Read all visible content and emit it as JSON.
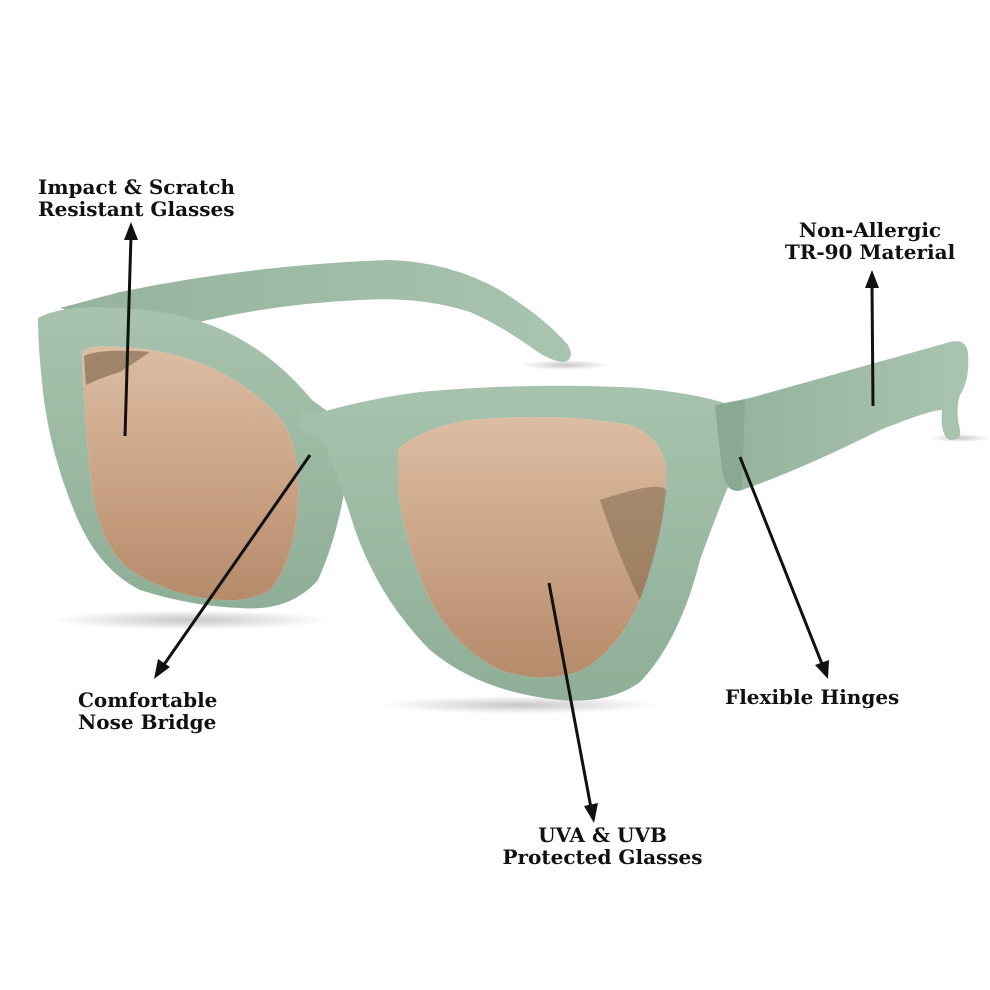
{
  "callouts": {
    "impact": {
      "line1": "Impact & Scratch",
      "line2": "Resistant Glasses"
    },
    "allergic": {
      "line1": "Non-Allergic",
      "line2": "TR-90 Material"
    },
    "nose": {
      "line1": "Comfortable",
      "line2": "Nose Bridge"
    },
    "hinges": {
      "line1": "Flexible Hinges"
    },
    "uva": {
      "line1": "UVA & UVB",
      "line2": "Protected Glasses"
    }
  },
  "colors": {
    "frame": "#9bb8a2",
    "frame_shadow": "#7f9d87",
    "lens_top": "#d9b69a",
    "lens_bottom": "#b98f6f",
    "text": "#111111",
    "arrow": "#111111",
    "background": "#ffffff"
  }
}
